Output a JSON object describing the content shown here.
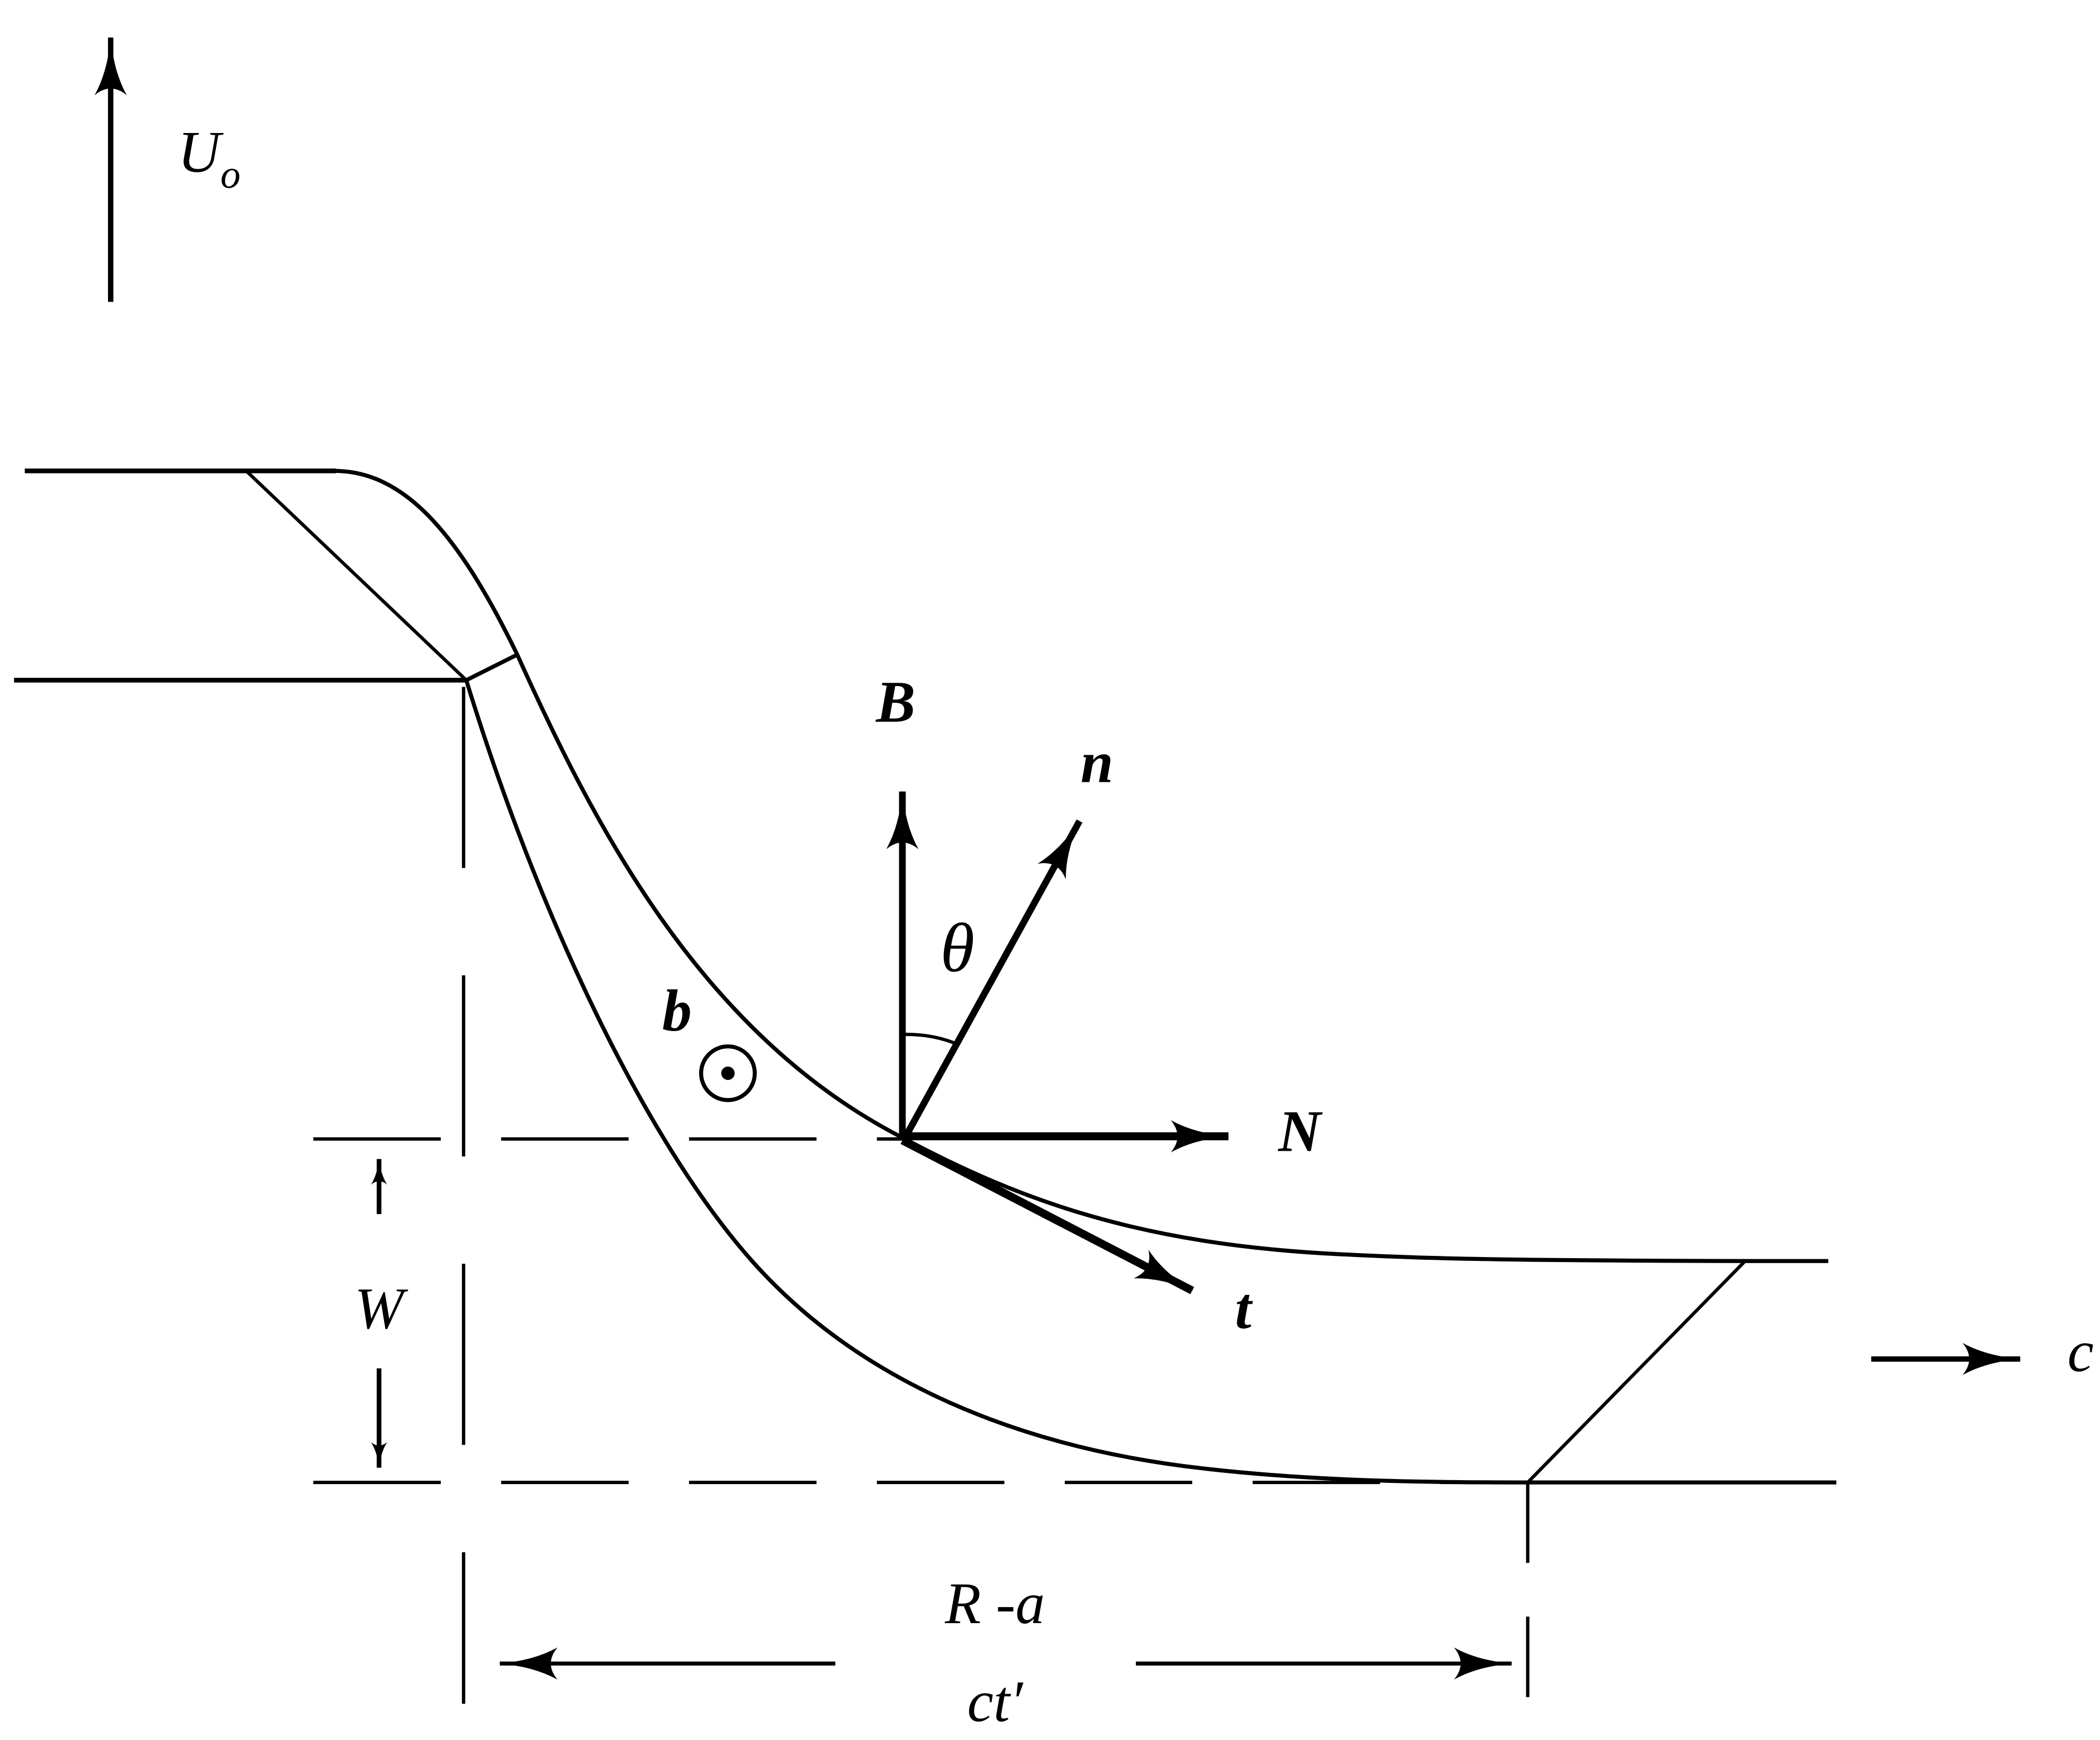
{
  "figure": {
    "labels": {
      "velocity": "U",
      "velocity_subscript": "o",
      "B": "B",
      "n": "n",
      "theta": "θ",
      "N": "N",
      "b": "b",
      "t": "t",
      "W": "W",
      "c": "c",
      "distance_top": "R -a",
      "distance_bottom": "ct′"
    },
    "colors": {
      "ink": "#000000",
      "background": "#ffffff"
    }
  }
}
